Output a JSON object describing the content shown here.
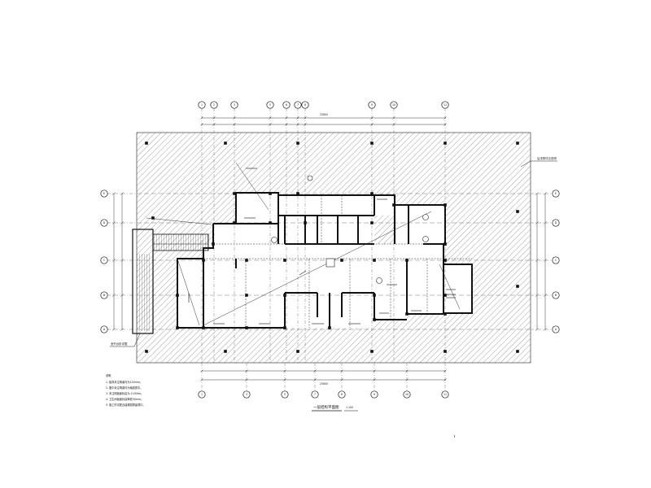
{
  "drawing": {
    "title": "一层结构平面图",
    "scale": "1:100"
  },
  "axes": {
    "top": [
      "1",
      "2",
      "3",
      "5",
      "6",
      "7",
      "8",
      "9",
      "10",
      "11"
    ],
    "bottom": [
      "1",
      "3",
      "5",
      "7",
      "8",
      "9",
      "10",
      "11"
    ],
    "left": [
      "E",
      "D",
      "C",
      "B",
      "A"
    ],
    "right": [
      "E",
      "D",
      "C",
      "B",
      "A"
    ]
  },
  "dimensions": {
    "overall_top": "25800",
    "overall_bottom": "25800"
  },
  "callouts": {
    "right_top": "后浇带详见说明",
    "left_bottom": "室外台阶详图"
  },
  "notes": {
    "heading": "说明",
    "items": [
      "1. 板厚未注明者均为120mm。",
      "2. 图中未注明梁均为轴线居中。",
      "3. 未注明板面标高为-0.050m。",
      "4. 卫生间板面标高降低50mm。",
      "5. 施工时请配合建筑图预留洞口。"
    ]
  }
}
